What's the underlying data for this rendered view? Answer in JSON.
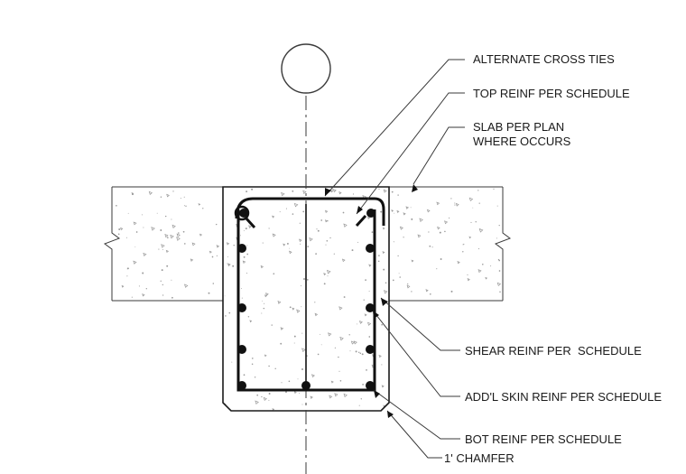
{
  "title": "",
  "grid_bubble_label": "",
  "annotations": [
    {
      "id": "alternate-cross-ties",
      "lines": [
        "ALTERNATE CROSS TIES"
      ]
    },
    {
      "id": "top-reinf",
      "lines": [
        "TOP REINF PER SCHEDULE"
      ]
    },
    {
      "id": "slab",
      "lines": [
        "SLAB PER PLAN",
        "WHERE OCCURS"
      ]
    },
    {
      "id": "shear-reinf",
      "lines": [
        "SHEAR REINF PER  SCHEDULE"
      ]
    },
    {
      "id": "skin-reinf",
      "lines": [
        "ADD'L SKIN REINF PER SCHEDULE"
      ]
    },
    {
      "id": "bot-reinf",
      "lines": [
        "BOT REINF PER SCHEDULE"
      ]
    },
    {
      "id": "chamfer",
      "lines": [
        "1' CHAMFER"
      ]
    }
  ],
  "colors": {
    "line": "#3a3a3a",
    "rebar": "#111111",
    "concrete_speckle": "#9a9a9a",
    "text": "#1a1a1a"
  }
}
